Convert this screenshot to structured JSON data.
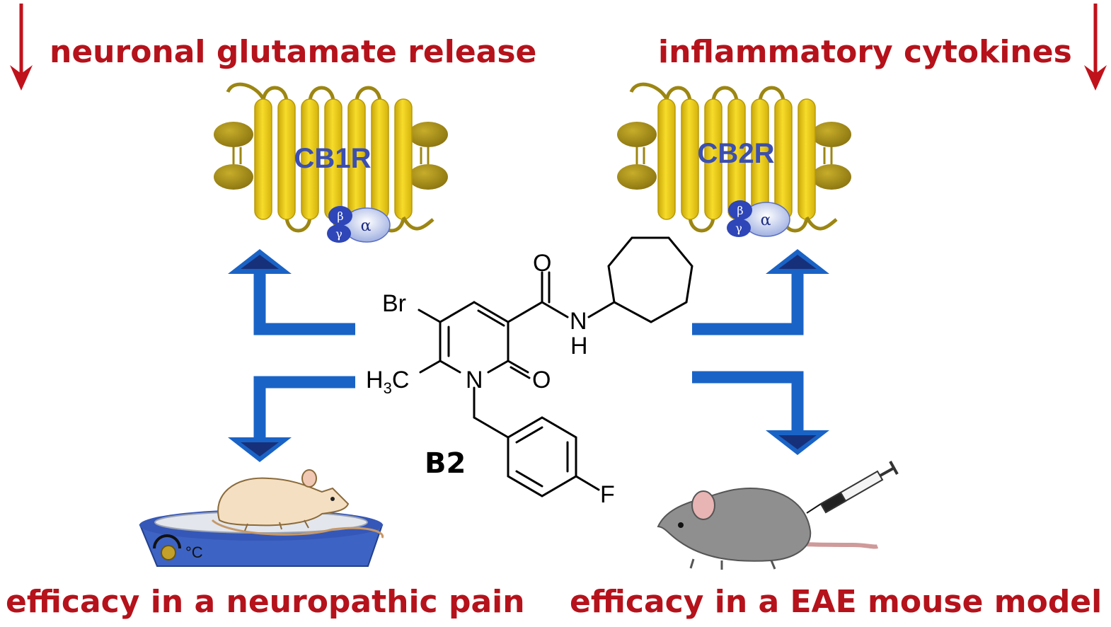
{
  "titles": {
    "top_left": "neuronal glutamate release",
    "top_right": "inflammatory cytokines",
    "bottom_left": "efficacy in a neuropathic pain",
    "bottom_right": "efficacy in a EAE mouse model"
  },
  "receptors": {
    "left": {
      "label": "CB1R"
    },
    "right": {
      "label": "CB2R"
    },
    "g_protein": {
      "alpha": "α",
      "beta": "β",
      "gamma": "γ"
    }
  },
  "compound": {
    "name": "B2",
    "atoms": {
      "br": "Br",
      "n_amide": "N",
      "h_amide": "H",
      "n_ring": "N",
      "o_amide": "O",
      "o_ring": "O",
      "methyl_h": "H",
      "methyl_sub": "3",
      "methyl_c": "C",
      "fluorine": "F"
    }
  },
  "hotplate": {
    "unit": "°C"
  },
  "colors": {
    "title_red": "#b5121b",
    "arrow_blue": "#1a63c6",
    "arrow_head": "#17307a",
    "receptor_yellow": "#f0cc12",
    "membrane_olive": "#9c8612",
    "gprotein_blue": "#2e46b8",
    "plate_blue": "#3d63c4",
    "mouse_gray": "#8f8f8f",
    "rat_cream": "#f5dfc2"
  },
  "icons": {
    "down_arrow": "red-down-arrow-icon",
    "thermometer": "dial-icon",
    "syringe": "syringe-icon"
  }
}
